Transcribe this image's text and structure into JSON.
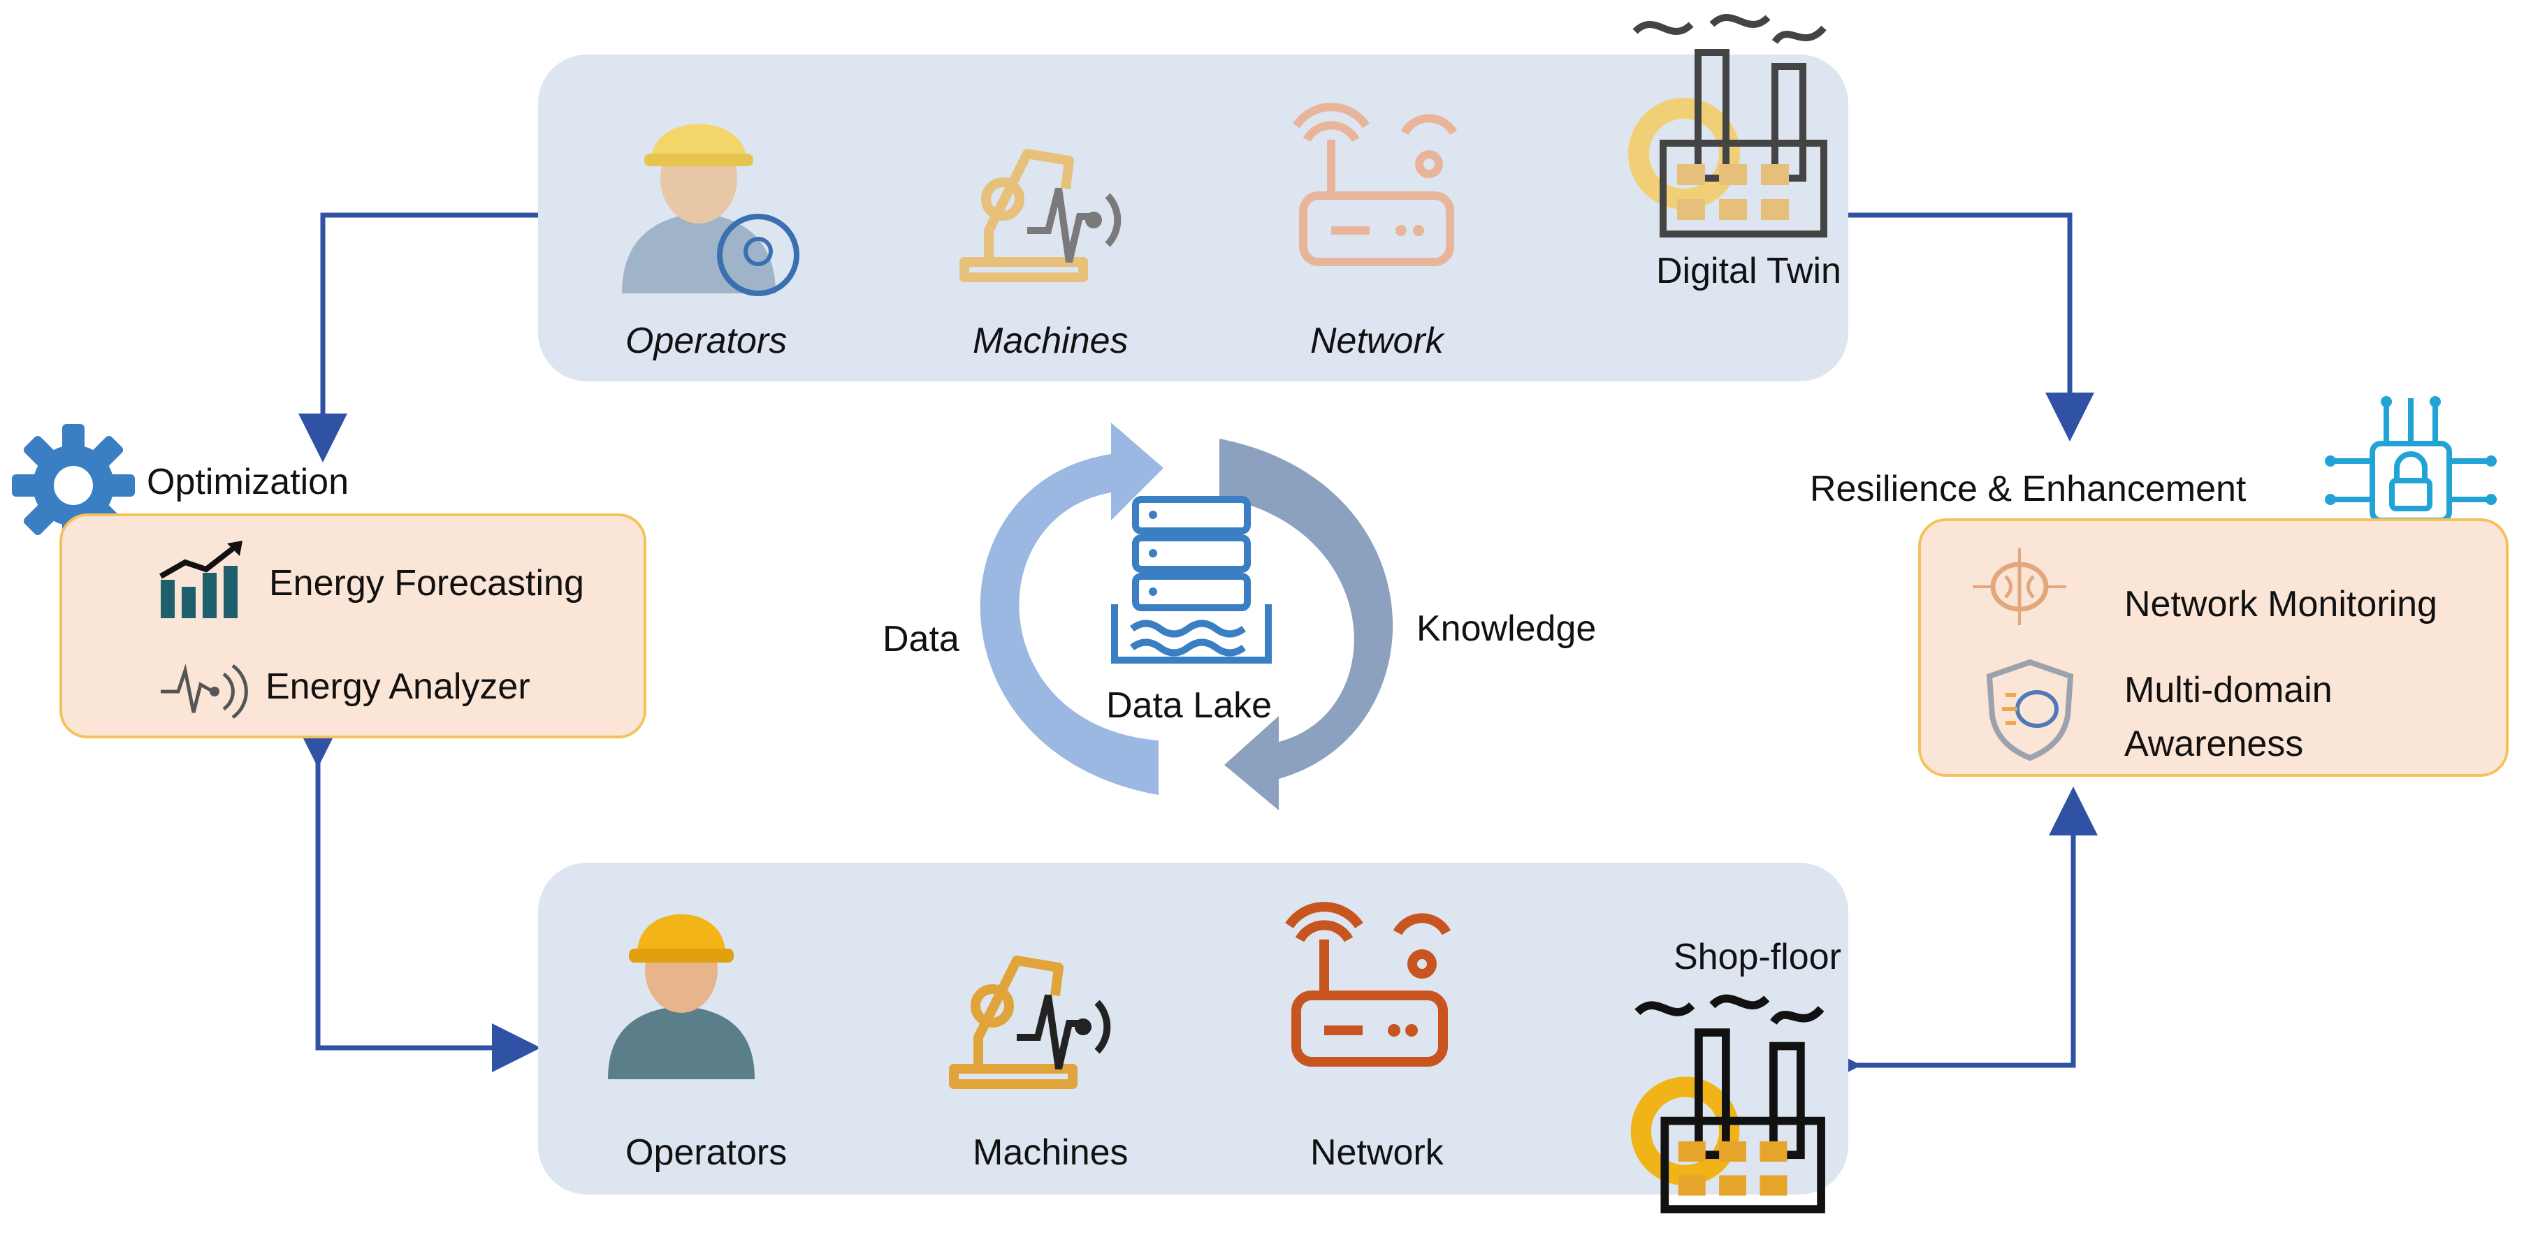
{
  "digital_twin": {
    "title": "Digital Twin",
    "items": [
      {
        "label": "Operators",
        "icon": "operator-mind-icon"
      },
      {
        "label": "Machines",
        "icon": "robot-arm-signal-icon"
      },
      {
        "label": "Network",
        "icon": "wifi-router-icon"
      }
    ]
  },
  "shop_floor": {
    "title": "Shop-floor",
    "items": [
      {
        "label": "Operators",
        "icon": "operator-icon"
      },
      {
        "label": "Machines",
        "icon": "robot-arm-signal-icon"
      },
      {
        "label": "Network",
        "icon": "wifi-router-icon"
      }
    ]
  },
  "optimization": {
    "title": "Optimization",
    "items": [
      {
        "label": "Energy Forecasting",
        "icon": "growth-chart-icon"
      },
      {
        "label": "Energy Analyzer",
        "icon": "pulse-signal-icon"
      }
    ]
  },
  "resilience": {
    "title": "Resilience & Enhancement",
    "items": [
      {
        "label": "Network Monitoring",
        "icon": "brain-network-icon"
      },
      {
        "label": "Multi-domain Awareness",
        "lines": [
          "Multi-domain",
          "Awareness"
        ],
        "icon": "shield-brain-icon"
      }
    ]
  },
  "center": {
    "data_lake": "Data Lake",
    "left_flow": "Data",
    "right_flow": "Knowledge"
  },
  "colors": {
    "panel": "#dde5f1",
    "box_fill": "#fbe5d6",
    "box_border": "#f4c25c",
    "connector": "#2f52a4",
    "cycle_arrow": "#8fb0de",
    "gear": "#3a7fc4"
  }
}
